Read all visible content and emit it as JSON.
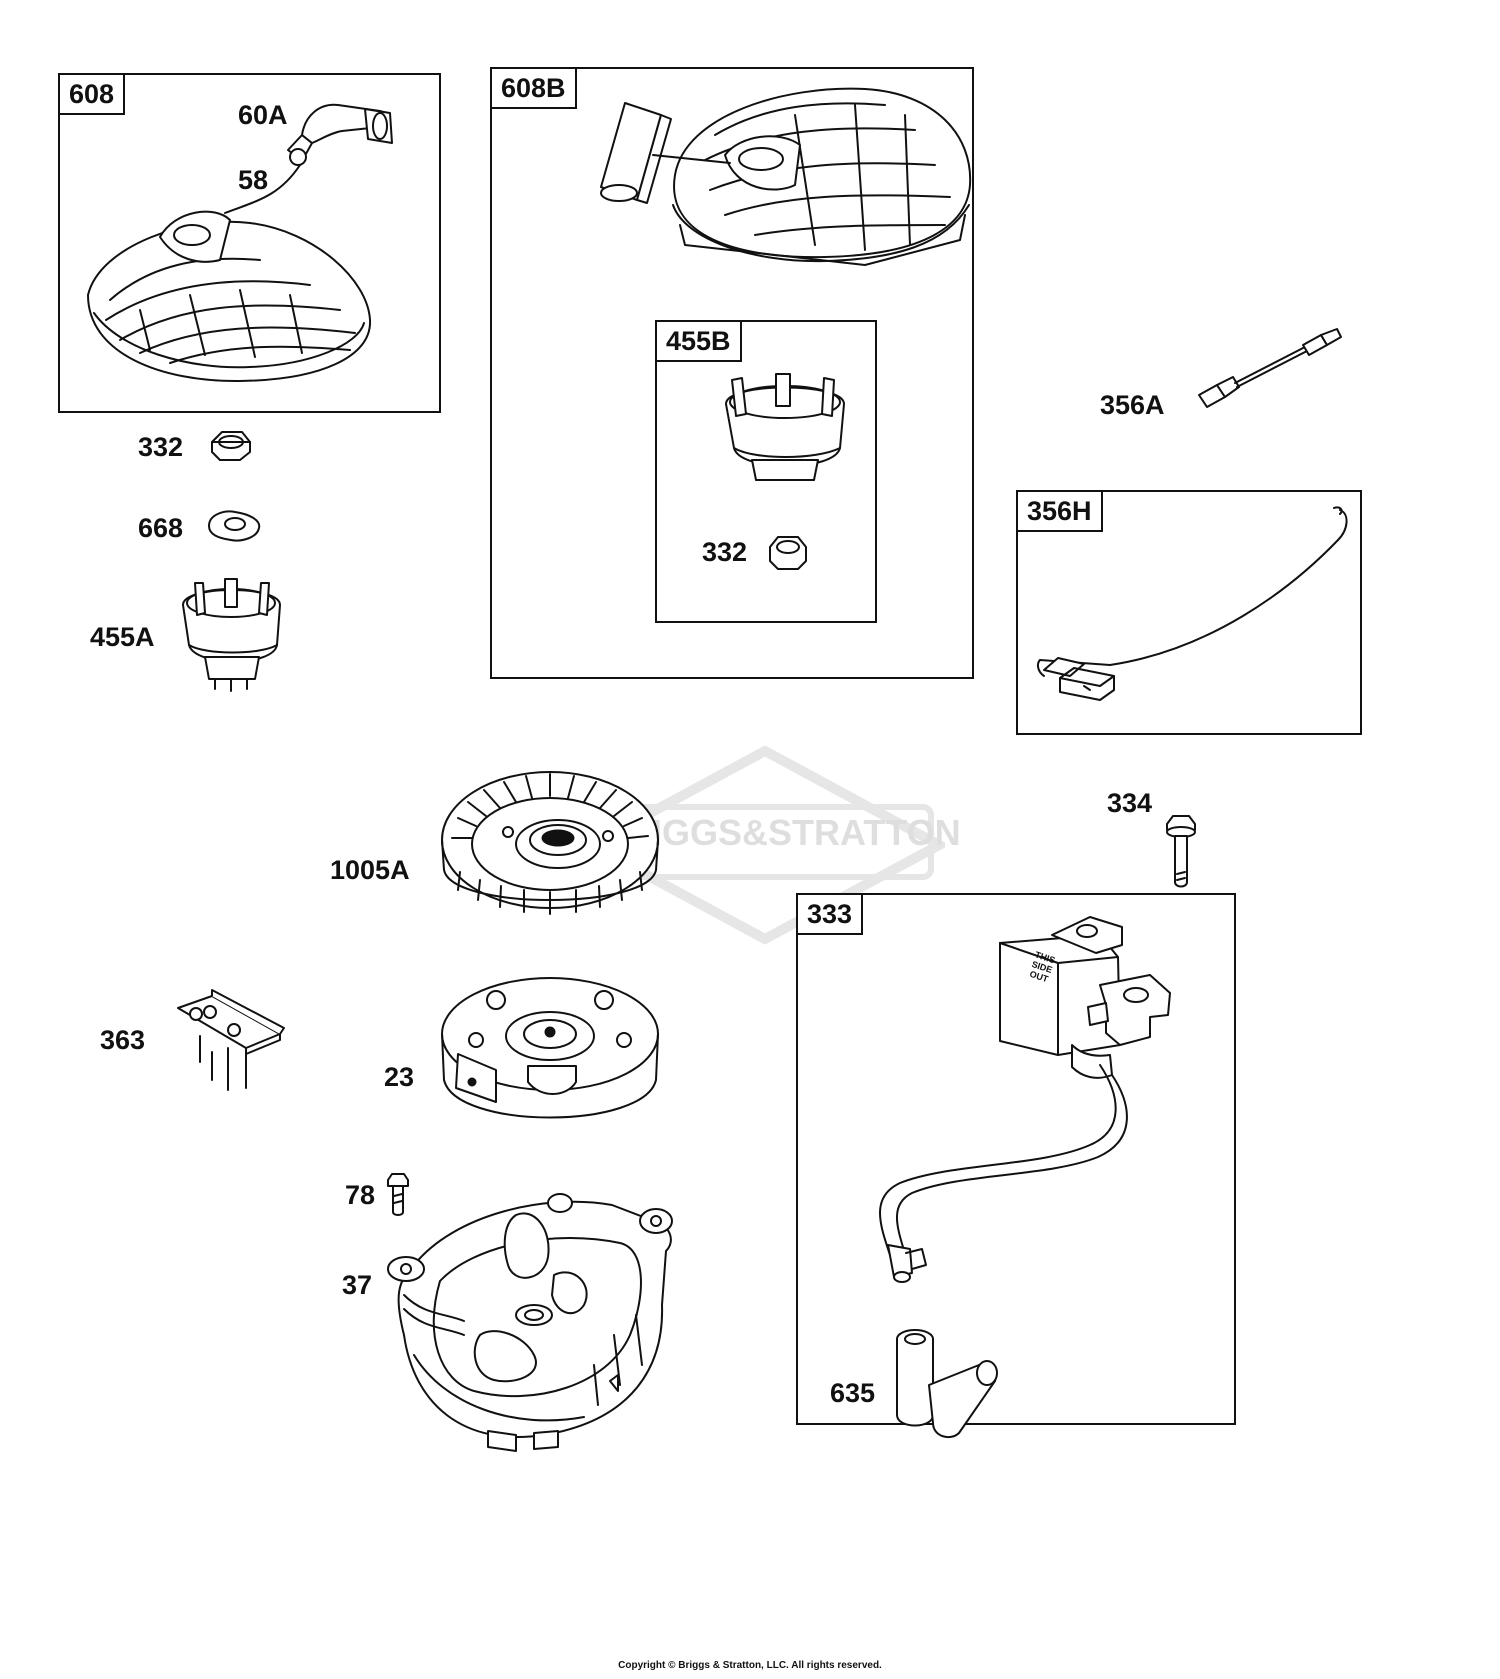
{
  "boxes": {
    "b608": "608",
    "b608B": "608B",
    "b455B": "455B",
    "b356H": "356H",
    "b333": "333"
  },
  "labels": {
    "p60A": "60A",
    "p58": "58",
    "p332a": "332",
    "p668": "668",
    "p455A": "455A",
    "p332b": "332",
    "p356A": "356A",
    "p334": "334",
    "p1005A": "1005A",
    "p363": "363",
    "p23": "23",
    "p78": "78",
    "p37": "37",
    "p635": "635"
  },
  "ignition_coil_text": "THIS SIDE OUT",
  "watermark": "BRIGGS&STRATTON",
  "copyright": "Copyright © Briggs & Stratton, LLC. All rights reserved."
}
